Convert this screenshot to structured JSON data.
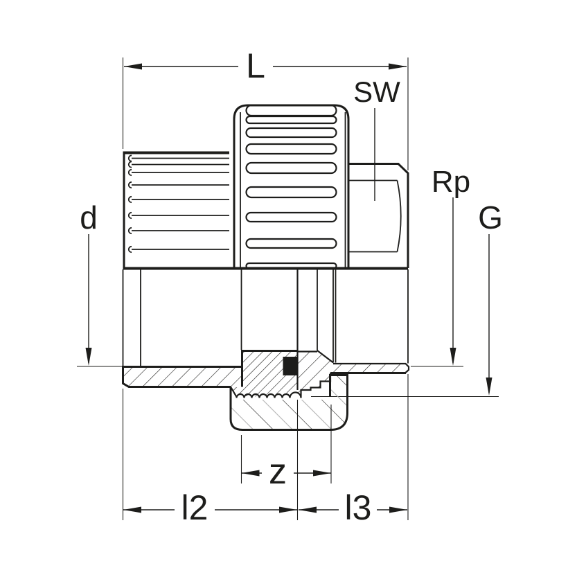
{
  "drawing": {
    "kind": "pipe-union-fitting-section-drawing",
    "dimension_labels": {
      "overall_length": "L",
      "wrench_size": "SW",
      "thread_size_right": "Rp",
      "union_nut_thread": "G",
      "socket_diameter": "d",
      "gap_length": "z",
      "length_left": "l2",
      "length_right": "l3"
    },
    "colors": {
      "line": "#1d1d1b",
      "background": "#ffffff",
      "hatch_gray": "#b3b3b3",
      "seal_fill": "#1d1d1b"
    }
  }
}
